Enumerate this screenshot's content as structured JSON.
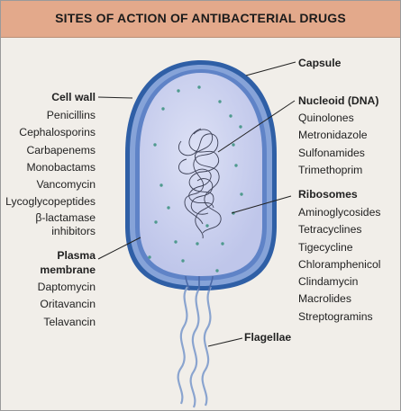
{
  "title": "SITES OF ACTION OF ANTIBACTERIAL DRUGS",
  "labels": {
    "capsule": "Capsule",
    "cell_wall": "Cell wall",
    "nucleoid": "Nucleoid (DNA)",
    "ribosomes": "Ribosomes",
    "plasma_line1": "Plasma",
    "plasma_line2": "membrane",
    "flagellae": "Flagellae"
  },
  "cell_wall_drugs": [
    "Penicillins",
    "Cephalosporins",
    "Carbapenems",
    "Monobactams",
    "Vancomycin",
    "Lycoglycopeptides",
    "β-lactamase",
    "inhibitors"
  ],
  "nucleoid_drugs": [
    "Quinolones",
    "Metronidazole",
    "Sulfonamides",
    "Trimethoprim"
  ],
  "ribosome_drugs": [
    "Aminoglycosides",
    "Tetracyclines",
    "Tigecycline",
    "Chloramphenicol",
    "Clindamycin",
    "Macrolides",
    "Streptogramins"
  ],
  "plasma_membrane_drugs": [
    "Daptomycin",
    "Oritavancin",
    "Telavancin"
  ],
  "colors": {
    "header": "#e3a98b",
    "background": "#f1eee9",
    "capsule_outer": "#2f5fa6",
    "cell_wall": "#5f83c7",
    "cytoplasm": "#cfd4ef",
    "ribosome_dot": "#4f9a8e"
  }
}
